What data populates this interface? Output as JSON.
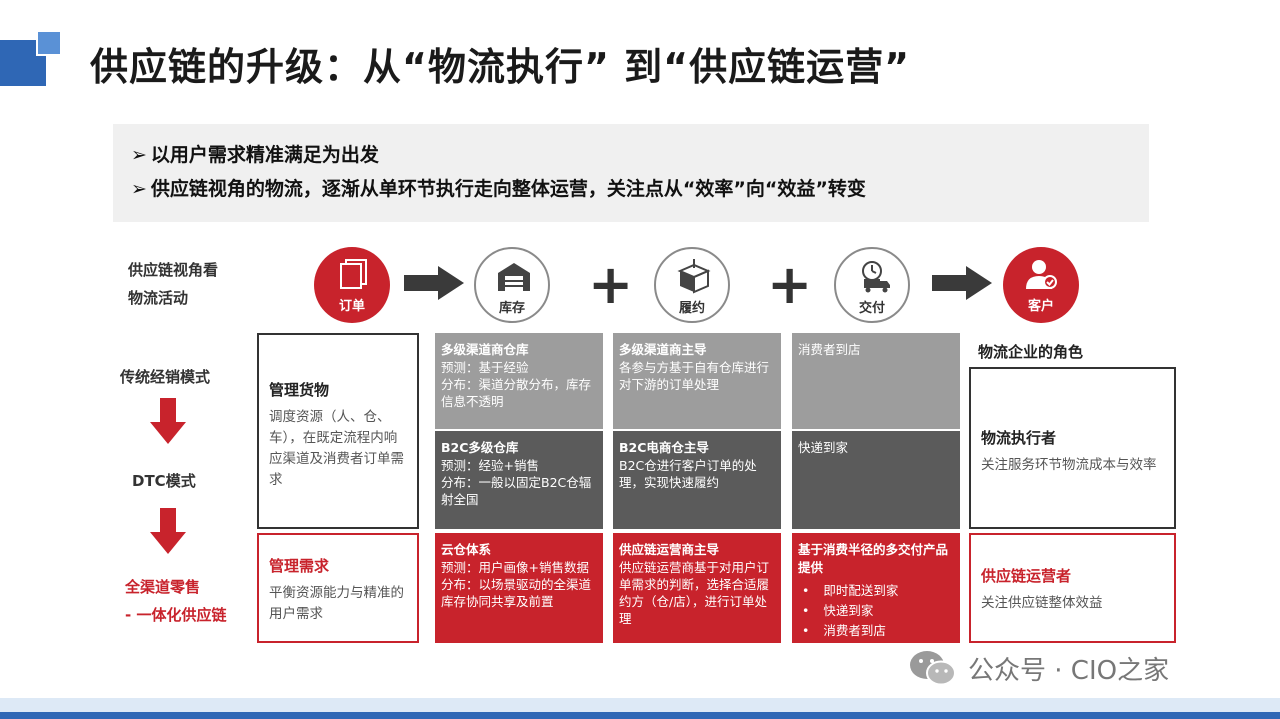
{
  "title": "供应链的升级：从“物流执行” 到“供应链运营”",
  "banner": {
    "arrow": "➢",
    "lines": [
      "以用户需求精准满足为出发",
      "供应链视角的物流，逐渐从单环节执行走向整体运营，关注点从“效率”向“效益”转变"
    ]
  },
  "left_labels": {
    "perspective_line1": "供应链视角看",
    "perspective_line2": "物流活动",
    "traditional": "传统经销模式",
    "dtc": "DTC模式",
    "omni_line1": "全渠道零售",
    "omni_line2": "- 一体化供应链"
  },
  "flow": {
    "nodes": [
      {
        "label": "订单",
        "icon": "order-icon"
      },
      {
        "label": "库存",
        "icon": "warehouse-icon"
      },
      {
        "label": "履约",
        "icon": "package-icon"
      },
      {
        "label": "交付",
        "icon": "delivery-truck-icon"
      },
      {
        "label": "客户",
        "icon": "customer-icon"
      }
    ],
    "plus": "+"
  },
  "manage_goods": {
    "title": "管理货物",
    "desc": "调度资源（人、仓、车），在既定流程内响应渠道及消费者订单需求"
  },
  "manage_demand": {
    "title": "管理需求",
    "desc": "平衡资源能力与精准的用户需求"
  },
  "grid": {
    "inventory": {
      "traditional": {
        "title": "多级渠道商仓库",
        "lines": [
          "预测：基于经验",
          "分布：渠道分散分布，库存信息不透明"
        ]
      },
      "dtc": {
        "title": "B2C多级仓库",
        "lines": [
          "预测：经验+销售",
          "分布：一般以固定B2C仓辐射全国"
        ]
      },
      "omni": {
        "title": "云仓体系",
        "lines": [
          "预测：用户画像+销售数据",
          "分布：以场景驱动的全渠道库存协同共享及前置"
        ]
      }
    },
    "fulfillment": {
      "traditional": {
        "title": "多级渠道商主导",
        "lines": [
          "各参与方基于自有仓库进行对下游的订单处理"
        ]
      },
      "dtc": {
        "title": "B2C电商仓主导",
        "lines": [
          "B2C仓进行客户订单的处理，实现快速履约"
        ]
      },
      "omni": {
        "title": "供应链运营商主导",
        "lines": [
          "供应链运营商基于对用户订单需求的判断，选择合适履约方（仓/店），进行订单处理"
        ]
      }
    },
    "delivery": {
      "traditional": {
        "lines": [
          "消费者到店"
        ]
      },
      "dtc": {
        "lines": [
          "快递到家"
        ]
      },
      "omni": {
        "title": "基于消费半径的多交付产品提供",
        "bullets": [
          "即时配送到家",
          "快递到家",
          "消费者到店"
        ]
      }
    }
  },
  "roles": {
    "header": "物流企业的角色",
    "executor": {
      "title": "物流执行者",
      "desc": "关注服务环节物流成本与效率"
    },
    "operator": {
      "title": "供应链运营者",
      "desc": "关注供应链整体效益"
    }
  },
  "watermark": {
    "icon": "wechat-icon",
    "text": "公众号 · CIO之家"
  },
  "colors": {
    "accent_red": "#c8232c",
    "brand_blue": "#2f67b5",
    "gray_light": "#9d9d9d",
    "gray_dark": "#5b5b5b"
  }
}
